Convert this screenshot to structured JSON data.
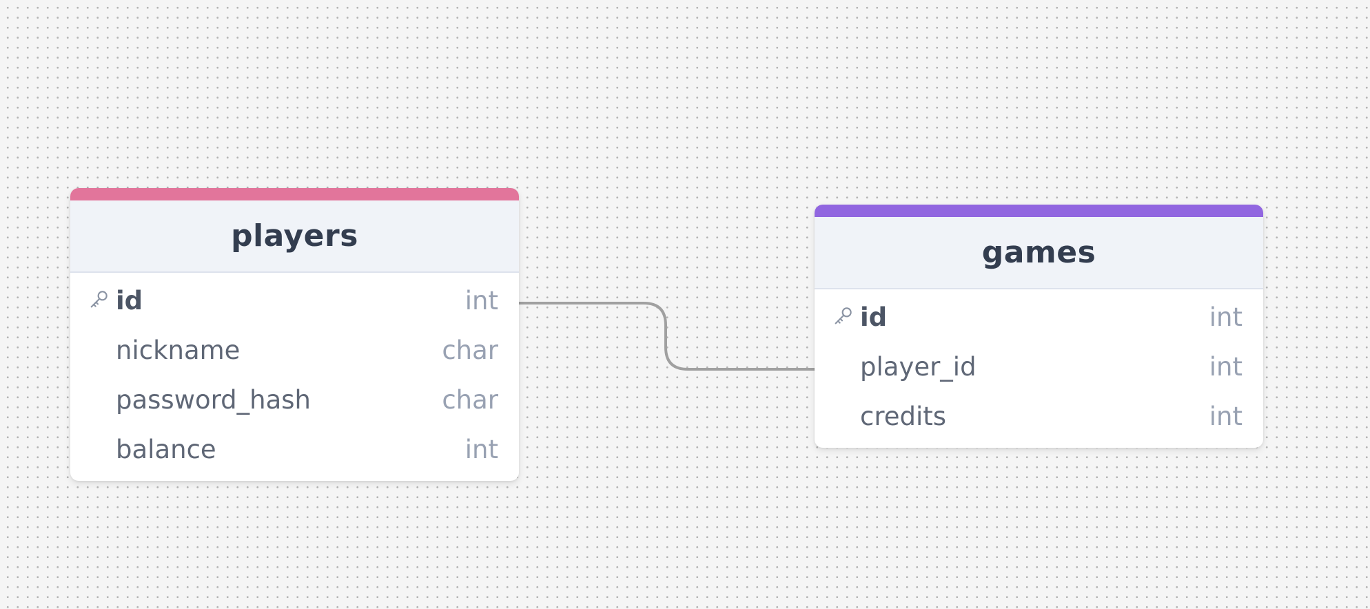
{
  "colors": {
    "players_accent": "#e2759b",
    "games_accent": "#9166e0",
    "connector": "#a0a0a0"
  },
  "tables": {
    "players": {
      "name": "players",
      "fields": [
        {
          "name": "id",
          "type": "int",
          "primary_key": true,
          "icon": "key-icon"
        },
        {
          "name": "nickname",
          "type": "char",
          "primary_key": false
        },
        {
          "name": "password_hash",
          "type": "char",
          "primary_key": false
        },
        {
          "name": "balance",
          "type": "int",
          "primary_key": false
        }
      ]
    },
    "games": {
      "name": "games",
      "fields": [
        {
          "name": "id",
          "type": "int",
          "primary_key": true,
          "icon": "key-icon"
        },
        {
          "name": "player_id",
          "type": "int",
          "primary_key": false
        },
        {
          "name": "credits",
          "type": "int",
          "primary_key": false
        }
      ]
    }
  },
  "relationships": [
    {
      "from_table": "players",
      "from_field": "id",
      "to_table": "games",
      "to_field": "player_id"
    }
  ]
}
